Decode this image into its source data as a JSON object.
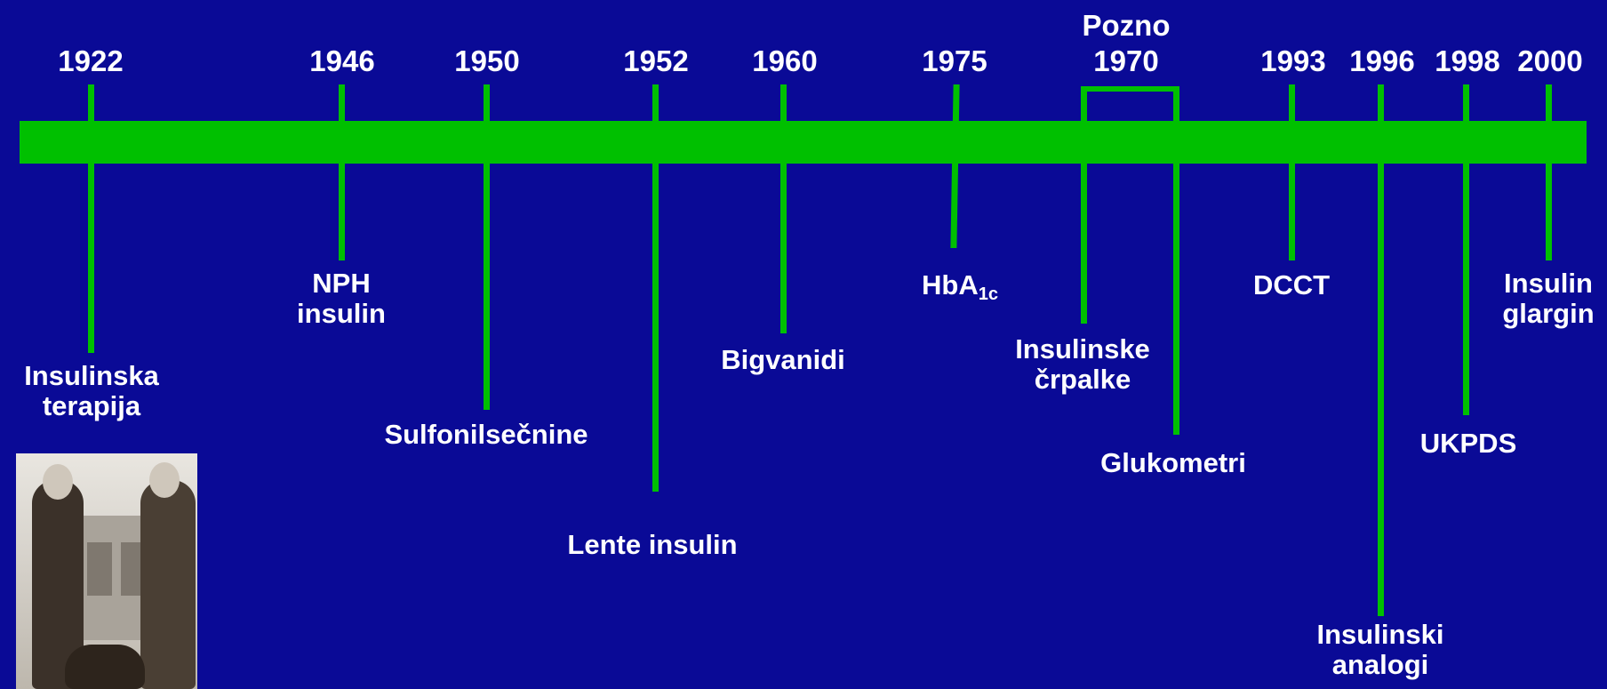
{
  "colors": {
    "background": "#0a0a96",
    "line": "#00c000",
    "text": "#ffffff"
  },
  "years": {
    "y1922": "1922",
    "y1946": "1946",
    "y1950": "1950",
    "y1952": "1952",
    "y1960": "1960",
    "y1975": "1975",
    "late1970_line1": "Pozno",
    "late1970_line2": "1970",
    "y1993": "1993",
    "y1996": "1996",
    "y1998": "1998",
    "y2000": "2000"
  },
  "events": {
    "insulin_therapy": [
      "Insulinska",
      "terapija"
    ],
    "nph_insulin": [
      "NPH",
      "insulin"
    ],
    "sulfonylureas": "Sulfonilsečnine",
    "lente_insulin": "Lente insulin",
    "biguanides": "Bigvanidi",
    "hba1c": {
      "base": "HbA",
      "sub": "1c"
    },
    "insulin_pumps": [
      "Insulinske",
      "črpalke"
    ],
    "glucometers": "Glukometri",
    "dcct": "DCCT",
    "insulin_analogs": [
      "Insulinski",
      "analogi"
    ],
    "ukpds": "UKPDS",
    "insulin_glargine": [
      "Insulin",
      "glargin"
    ]
  },
  "photo": {
    "description_icon": "historical-photo-icon"
  }
}
